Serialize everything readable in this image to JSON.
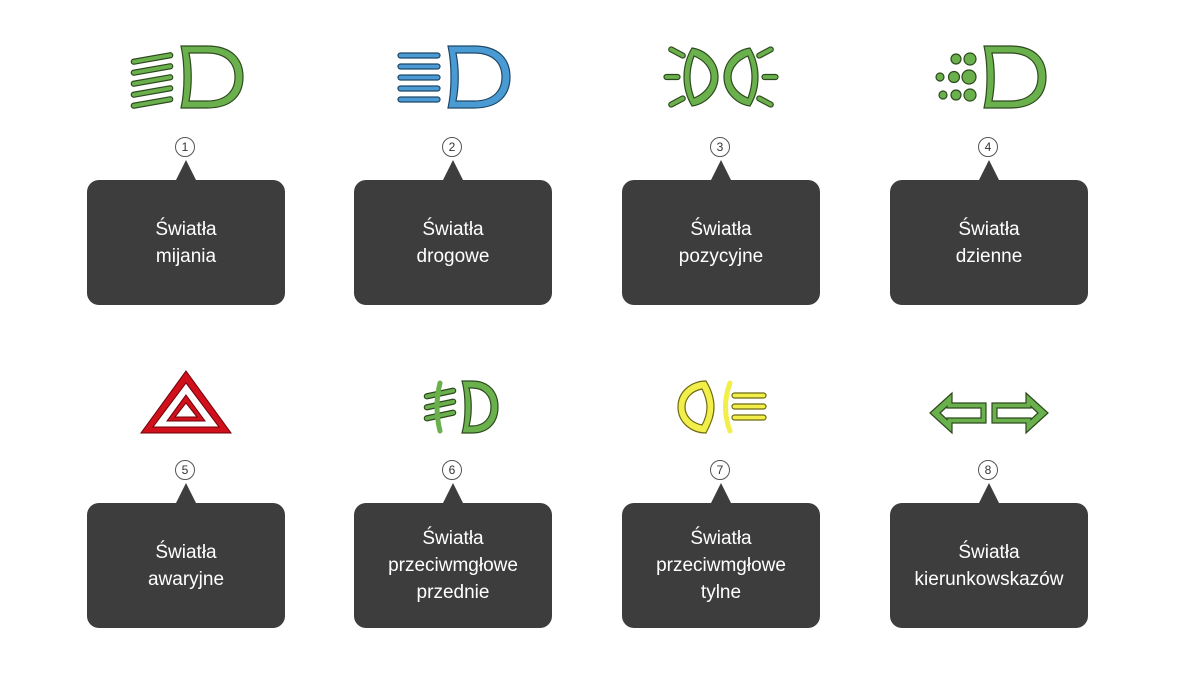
{
  "colors": {
    "green": "#6ab04c",
    "blue": "#4a9ad4",
    "red": "#d0101a",
    "yellow": "#f2ee4a",
    "card": "#3d3d3d",
    "text": "#ffffff"
  },
  "items": [
    {
      "number": "1",
      "icon": "low-beam-icon",
      "lines": [
        "Światła",
        "mijania"
      ]
    },
    {
      "number": "2",
      "icon": "high-beam-icon",
      "lines": [
        "Światła",
        "drogowe"
      ]
    },
    {
      "number": "3",
      "icon": "position-lights-icon",
      "lines": [
        "Światła",
        "pozycyjne"
      ]
    },
    {
      "number": "4",
      "icon": "daytime-lights-icon",
      "lines": [
        "Światła",
        "dzienne"
      ]
    },
    {
      "number": "5",
      "icon": "hazard-lights-icon",
      "lines": [
        "Światła",
        "awaryjne"
      ]
    },
    {
      "number": "6",
      "icon": "front-fog-lights-icon",
      "lines": [
        "Światła",
        "przeciwmgłowe",
        "przednie"
      ]
    },
    {
      "number": "7",
      "icon": "rear-fog-lights-icon",
      "lines": [
        "Światła",
        "przeciwmgłowe",
        "tylne"
      ]
    },
    {
      "number": "8",
      "icon": "turn-signals-icon",
      "lines": [
        "Światła",
        "kierunkowskazów"
      ]
    }
  ]
}
